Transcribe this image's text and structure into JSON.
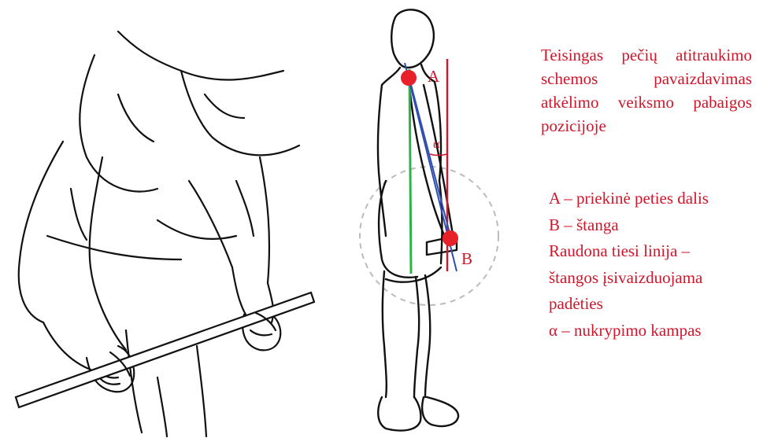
{
  "caption": {
    "lines": [
      "Teisingas pečių atitraukimo",
      "schemos pavaizdavimas",
      "atkėlimo veiksmo pabaigos",
      "pozicijoje"
    ]
  },
  "legend": [
    "A – priekinė peties dalis",
    "B – štanga",
    "Raudona tiesi linija –",
    "štangos įsivaizduojama",
    "padėties",
    "α – nukrypimo kampas"
  ],
  "figure": {
    "point_a_label": "A",
    "point_b_label": "B",
    "angle_label": "α"
  },
  "colors": {
    "accent_red": "#d0162a",
    "green_line": "#2db34a",
    "blue_line": "#2f4fb0",
    "marker_red": "#e8202a"
  }
}
